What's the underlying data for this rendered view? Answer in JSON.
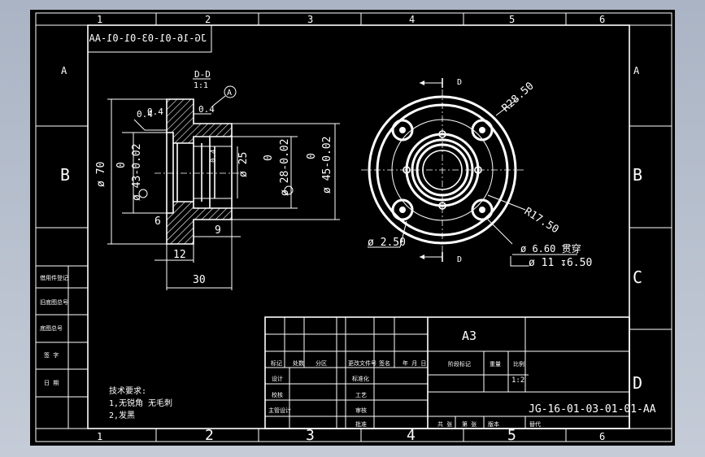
{
  "sheet": {
    "zone_cols": [
      "1",
      "2",
      "3",
      "4",
      "5",
      "6"
    ],
    "zone_rows": [
      "A",
      "B",
      "C",
      "D"
    ],
    "mirrored_code": "JG-16-01-03-01-01-AA",
    "format": "A3",
    "drawing_no": "JG-16-01-03-01-01-AA"
  },
  "section_label": {
    "name": "D-D",
    "scale": "1:1"
  },
  "callouts": {
    "detail_marker": "A",
    "cut_mark": "D"
  },
  "dimensions": {
    "d70": "ø 70",
    "d43": "ø 43-0.02",
    "d43_zero": "0",
    "d25": "ø 25",
    "d28": "ø 28-0.02",
    "d28_zero": "0",
    "d45": "ø 45-0.02",
    "d45_zero": "0",
    "chamfer1": "0.4",
    "chamfer2": "0.4",
    "chamfer3": "0.4",
    "chamfer4": "0.4",
    "len6": "6",
    "len9": "9",
    "len12": "12",
    "len30": "30",
    "r2850": "R28.50",
    "r1750": "R17.50",
    "d250": "ø 2.50",
    "hole_note": "ø 6.60 贯穿",
    "hole_cbore": "ø 11 ↧6.50"
  },
  "left_column": [
    "借用件登记",
    "旧底图总号",
    "底图总号",
    "签 字",
    "日 期"
  ],
  "tech_req": {
    "title": "技术要求:",
    "items": [
      "1,无锐角 无毛刺",
      "2,发黑"
    ]
  },
  "title_block": {
    "row_heads": [
      "标记",
      "处数",
      "分区",
      "更改文件号",
      "签名",
      "年 月 日"
    ],
    "design_rows": [
      "设计",
      "校核",
      "主管设计"
    ],
    "mid_labels": [
      "标准化",
      "工艺",
      "审核",
      "批准"
    ],
    "stage_heads": [
      "阶段标记",
      "重量",
      "比例"
    ],
    "scale": "1:2",
    "bottom_labels": [
      "共 张",
      "第 张",
      "版本",
      "替代"
    ]
  }
}
